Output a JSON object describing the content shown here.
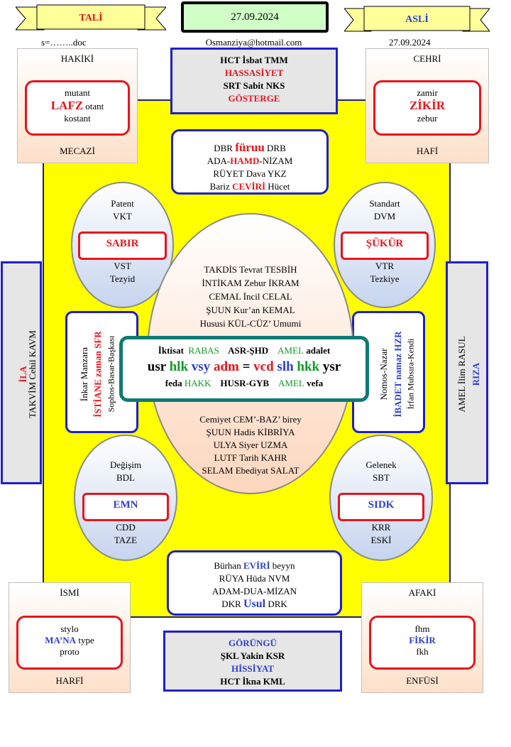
{
  "header": {
    "tali": "TALİ",
    "asli": "ASLİ",
    "date": "27.09.2024",
    "file": "s=……..doc",
    "email": "Osmanziya@hotmail.com",
    "date2": "27.09.2024"
  },
  "corner_tl": {
    "top": "HAKİKİ",
    "l1": "mutant",
    "big": "LAFZ",
    "l2b": "otant",
    "l3": "kostant",
    "bottom": "MECAZİ"
  },
  "corner_tr": {
    "top": "CEHRİ",
    "l1": "zamir",
    "big": "ZİKİR",
    "l3": "zebur",
    "bottom": "HAFİ"
  },
  "corner_bl": {
    "top": "İSMİ",
    "l1": "stylo",
    "big": "MA’NA",
    "l2b": "type",
    "l3": "proto",
    "bottom": "HARFİ"
  },
  "corner_br": {
    "top": "AFAKİ",
    "l1": "fhm",
    "big": "FİKİR",
    "l3": "fkh",
    "bottom": "ENFÜSİ"
  },
  "top_box": {
    "l1": "HCT İsbat TMM",
    "l2": "HASSASİYET",
    "l3": "SRT Sabit NKS",
    "l4": "GÖSTERGE"
  },
  "bottom_box": {
    "l1": "GÖRÜNGÜ",
    "l2": "ŞKL Yakin KSR",
    "l3": "HİSSİYAT",
    "l4": "HCT İkna KML"
  },
  "upper_white": {
    "l1a": "DBR",
    "l1b": "füruu",
    "l1c": "DRB",
    "l2a": "ADA-",
    "l2b": "HAMD",
    "l2c": "-NİZAM",
    "l3": "RÜYET Dava YKZ",
    "l4a": "Bariz",
    "l4b": "CEVİRİ",
    "l4c": "Hücet"
  },
  "lower_white": {
    "l1a": "Bürhan",
    "l1b": "EVİRİ",
    "l1c": "beyyn",
    "l2": "RÜYA Hüda NVM",
    "l3": "ADAM-DUA-MİZAN",
    "l4a": "DKR",
    "l4b": "Usul",
    "l4c": "DRK"
  },
  "ell_tl": {
    "t1": "Patent",
    "t2": "VKT",
    "pill": "SABIR",
    "b1": "VST",
    "b2": "Tezyid"
  },
  "ell_tr": {
    "t1": "Standart",
    "t2": "DVM",
    "pill": "ŞÜKÜR",
    "b1": "VTR",
    "b2": "Tezkiye"
  },
  "ell_bl": {
    "t1": "Değişim",
    "t2": "BDL",
    "pill": "EMN",
    "b1": "CDD",
    "b2": "TAZE"
  },
  "ell_br": {
    "t1": "Gelenek",
    "t2": "SBT",
    "pill": "SIDK",
    "b1": "KRR",
    "b2": "ESKİ"
  },
  "center": {
    "upper": [
      "TAKDİS Tevrat TESBİH",
      "İNTİKAM Zebur İKRAM",
      "CEMAL İncil CELAL",
      "ŞUUN Kur’an KEMAL",
      "Hususi KÜL-CÜZ’ Umumi"
    ],
    "lower": [
      "Cemiyet CEM’-BAZ’ birey",
      "ŞUUN Hadis KİBRİYA",
      "ULYA Siyer UZMA",
      "LUTF Tarih KAHR",
      "SELAM Ebediyat SALAT"
    ]
  },
  "mid": {
    "r1a": "İktisat",
    "r1b": "RABAS",
    "r1c": "ASR-ŞHD",
    "r1d": "AMEL",
    "r1e": "adalet",
    "r2a": "usr",
    "r2b": "hlk",
    "r2c": "vsy",
    "r2d": "adm",
    "r2e": "=",
    "r2f": "vcd",
    "r2g": "slh",
    "r2h": "hkk",
    "r2i": "ysr",
    "r3a": "feda",
    "r3b": "HAKK",
    "r3c": "HUSR-GYB",
    "r3d": "AMEL",
    "r3e": "vefa"
  },
  "left_side": {
    "red": "İLA",
    "text": "TAKVİM Cehil KAVM"
  },
  "right_side": {
    "text": "AMEL İlim RASUL",
    "blue": "RIZA"
  },
  "left_inner": {
    "l1": "İnkar Manzara",
    "l2": "İSTİANE zaman SFR",
    "l3": "Sophos-Basar-Başkası"
  },
  "right_inner": {
    "l1": "Nomos-Nazar",
    "l2": "İBADET namaz HZR",
    "l3": "İrfan Mubsıra-Kendi"
  },
  "colors": {
    "board": "#ffff00",
    "red": "#e8141b",
    "blue": "#2b3fd6",
    "green": "#0f9a2a",
    "teal": "#0f7a75"
  }
}
